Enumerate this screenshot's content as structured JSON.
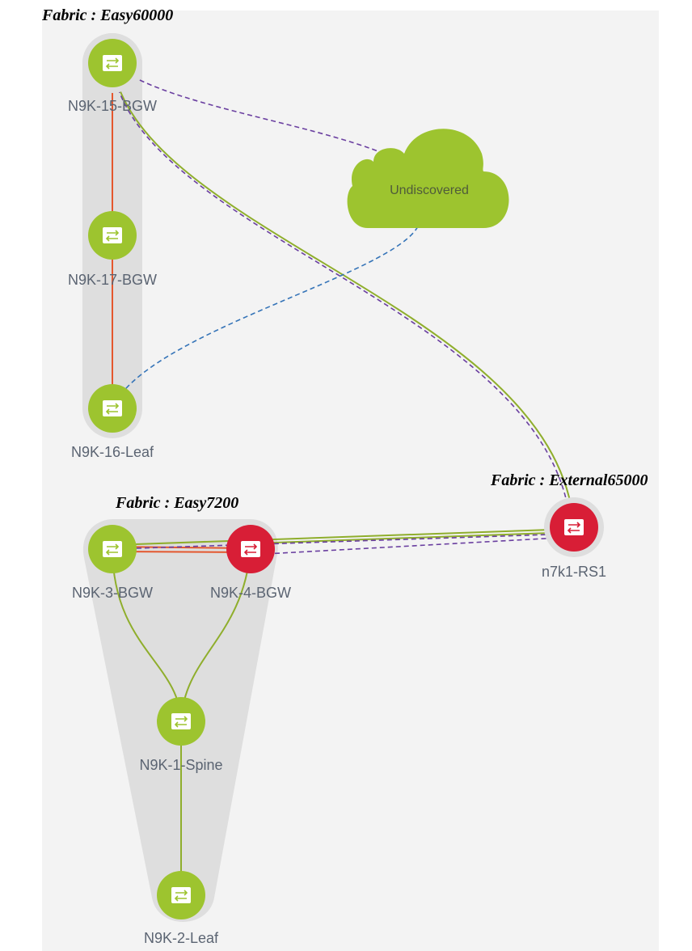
{
  "fabrics": [
    {
      "id": "easy60000",
      "title": "Fabric : Easy60000"
    },
    {
      "id": "easy7200",
      "title": "Fabric : Easy7200"
    },
    {
      "id": "external65000",
      "title": "Fabric : External65000"
    }
  ],
  "cloud": {
    "label": "Undiscovered",
    "color": "#9dc42f"
  },
  "nodes": [
    {
      "id": "n15",
      "label": "N9K-15-BGW",
      "status": "green",
      "icon": "switch-icon"
    },
    {
      "id": "n17",
      "label": "N9K-17-BGW",
      "status": "green",
      "icon": "switch-icon"
    },
    {
      "id": "n16",
      "label": "N9K-16-Leaf",
      "status": "green",
      "icon": "switch-icon"
    },
    {
      "id": "n3",
      "label": "N9K-3-BGW",
      "status": "green",
      "icon": "switch-icon"
    },
    {
      "id": "n4",
      "label": "N9K-4-BGW",
      "status": "red",
      "icon": "switch-icon"
    },
    {
      "id": "n1",
      "label": "N9K-1-Spine",
      "status": "green",
      "icon": "switch-icon"
    },
    {
      "id": "n2",
      "label": "N9K-2-Leaf",
      "status": "green",
      "icon": "switch-icon"
    },
    {
      "id": "rs1",
      "label": "n7k1-RS1",
      "status": "red",
      "icon": "switch-icon"
    }
  ],
  "colors": {
    "green": "#9dc42f",
    "red": "#d81e36",
    "halo": "#dcdcdc",
    "link_green": "#8fae2c",
    "link_orange": "#e4572e",
    "link_purple": "#6a3fa0",
    "link_blue": "#3574b8",
    "group_fill": "#dedede",
    "canvas": "#f3f3f3"
  }
}
